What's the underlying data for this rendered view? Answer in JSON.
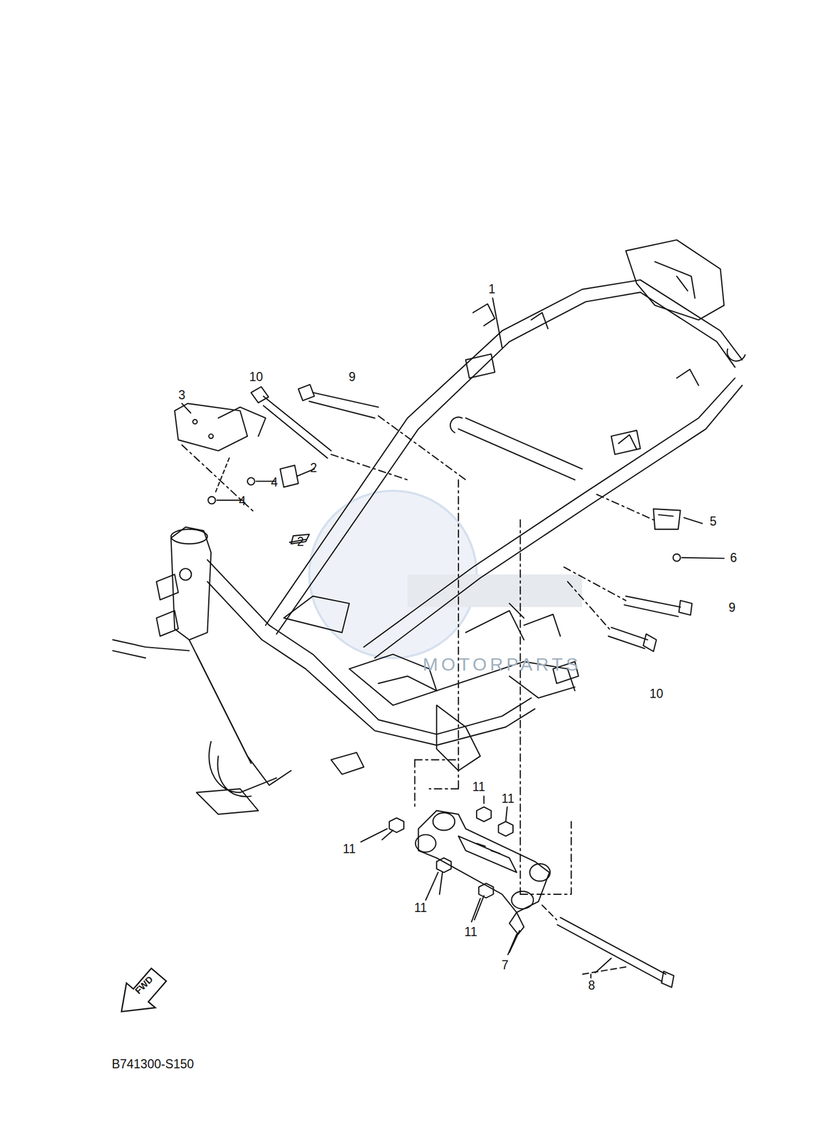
{
  "diagram": {
    "nodes": [
      {
        "text": [
          "FWD"
        ]
      }
    ],
    "labels": [
      "1",
      "10",
      "9",
      "3",
      "2",
      "4",
      "4",
      "2",
      "5",
      "6",
      "9",
      "10",
      "11",
      "11",
      "11",
      "11",
      "11",
      "7",
      "8",
      "B741300-S150",
      "MOTORPARTS"
    ]
  }
}
